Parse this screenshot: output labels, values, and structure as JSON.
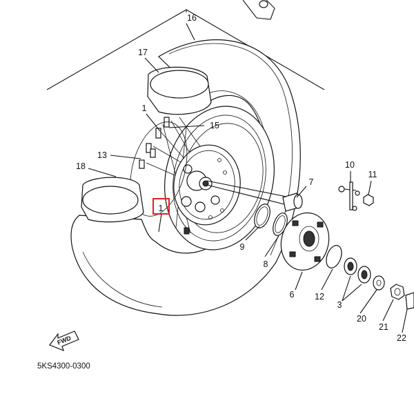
{
  "diagram": {
    "drawing_code": "5KS4300-0300",
    "direction_badge": "FWD",
    "callouts": {
      "c1": "1",
      "c1b": "1",
      "c3": "3",
      "c6": "6",
      "c7": "7",
      "c8": "8",
      "c9": "9",
      "c10": "10",
      "c11": "11",
      "c12": "12",
      "c13": "13",
      "c15": "15",
      "c16": "16",
      "c17": "17",
      "c18": "18",
      "c20": "20",
      "c21": "21",
      "c22": "22"
    },
    "highlight_color": "#e0201c"
  }
}
